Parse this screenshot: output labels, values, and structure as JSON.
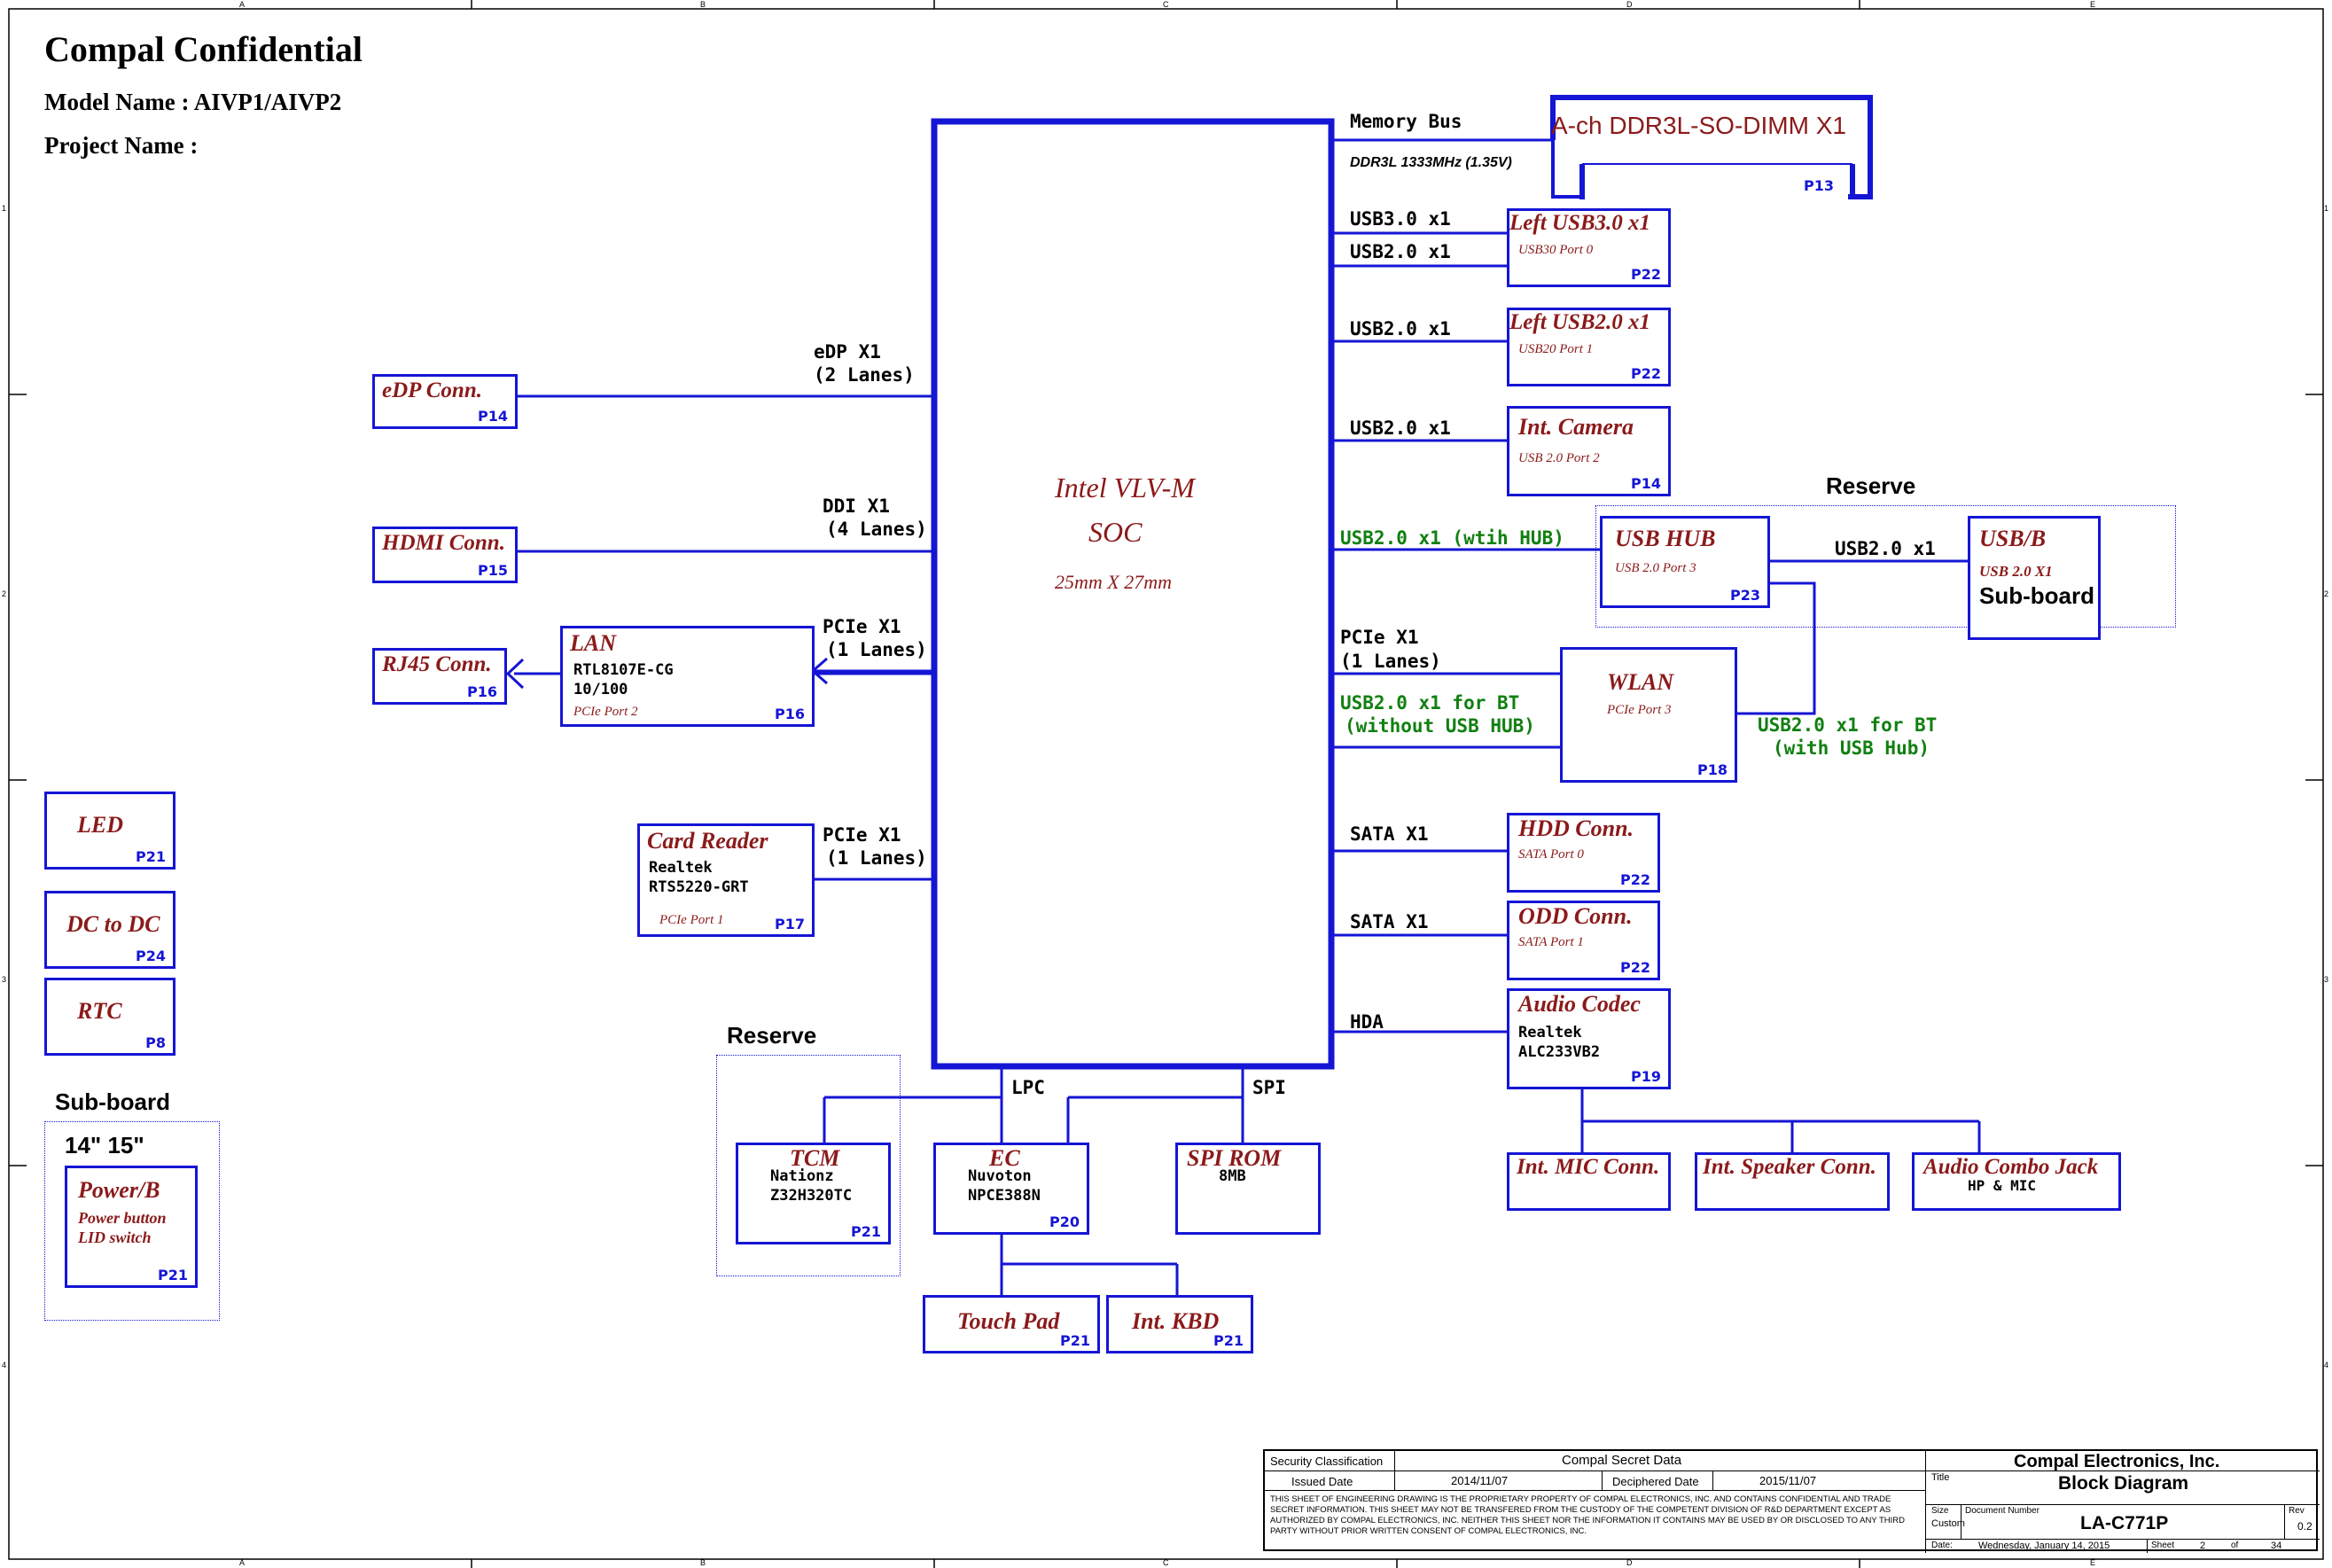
{
  "header": {
    "title": "Compal Confidential",
    "model": "Model Name : AIVP1/AIVP2",
    "project": "Project Name :"
  },
  "soc": {
    "line1": "Intel VLV-M",
    "line2": "SOC",
    "size": "25mm X 27mm"
  },
  "ddr": {
    "title": "A-ch DDR3L-SO-DIMM X1",
    "page": "P13"
  },
  "sections": {
    "reserve_left": "Reserve",
    "reserve_right": "Reserve",
    "subboard": "Sub-board",
    "sizes": "14\" 15\""
  },
  "blocks": {
    "edp": {
      "title": "eDP Conn.",
      "page": "P14"
    },
    "hdmi": {
      "title": "HDMI Conn.",
      "page": "P15"
    },
    "rj45": {
      "title": "RJ45 Conn.",
      "page": "P16"
    },
    "lan": {
      "title": "LAN",
      "line1": "RTL8107E-CG",
      "line2": "10/100",
      "sub": "PCIe Port 2",
      "page": "P16"
    },
    "card": {
      "title": "Card Reader",
      "line1": "Realtek",
      "line2": "RTS5220-GRT",
      "sub": "PCIe Port 1",
      "page": "P17"
    },
    "led": {
      "title": "LED",
      "page": "P21"
    },
    "dc": {
      "title": "DC to DC",
      "page": "P24"
    },
    "rtc": {
      "title": "RTC",
      "page": "P8"
    },
    "power": {
      "title": "Power/B",
      "sub1": "Power button",
      "sub2": "LID switch",
      "page": "P21"
    },
    "tcm": {
      "title": "TCM",
      "line1": "Nationz",
      "line2": "Z32H320TC",
      "page": "P21"
    },
    "ec": {
      "title": "EC",
      "line1": "Nuvoton",
      "line2": "NPCE388N",
      "page": "P20"
    },
    "spirom": {
      "title": "SPI ROM",
      "line1": "8MB"
    },
    "touchpad": {
      "title": "Touch Pad",
      "page": "P21"
    },
    "kbd": {
      "title": "Int. KBD",
      "page": "P21"
    },
    "lusb3": {
      "title": "Left USB3.0 x1",
      "sub": "USB30 Port 0",
      "page": "P22"
    },
    "lusb2": {
      "title": "Left USB2.0 x1",
      "sub": "USB20 Port 1",
      "page": "P22"
    },
    "camera": {
      "title": "Int. Camera",
      "sub": "USB 2.0 Port 2",
      "page": "P14"
    },
    "usbhub": {
      "title": "USB HUB",
      "sub": "USB 2.0 Port 3",
      "page": "P23"
    },
    "usbb": {
      "title": "USB/B",
      "sub": "USB 2.0 X1",
      "extra": "Sub-board"
    },
    "wlan": {
      "title": "WLAN",
      "sub": "PCIe Port 3",
      "page": "P18"
    },
    "hdd": {
      "title": "HDD Conn.",
      "sub": "SATA Port 0",
      "page": "P22"
    },
    "odd": {
      "title": "ODD Conn.",
      "sub": "SATA Port 1",
      "page": "P22"
    },
    "audio": {
      "title": "Audio Codec",
      "line1": "Realtek",
      "line2": "ALC233VB2",
      "page": "P19"
    },
    "mic": {
      "title": "Int. MIC Conn."
    },
    "speaker": {
      "title": "Int. Speaker Conn."
    },
    "combo": {
      "title": "Audio Combo Jack",
      "line1": "HP & MIC"
    }
  },
  "labels": {
    "memory_bus": "Memory Bus",
    "ddr_speed": "DDR3L 1333MHz (1.35V)",
    "usb30": "USB3.0 x1",
    "usb20a": "USB2.0 x1",
    "usb20b": "USB2.0 x1",
    "usb20c": "USB2.0 x1",
    "usb20_hub": "USB2.0 x1 (wtih HUB)",
    "usb20_usbb": "USB2.0 x1",
    "pcie_wlan1": "PCIe X1",
    "pcie_wlan2": "(1 Lanes)",
    "bt1": "USB2.0 x1 for BT",
    "bt2": "(without USB HUB)",
    "bt_hub1": "USB2.0 x1 for BT",
    "bt_hub2": "(with USB Hub)",
    "sata1": "SATA X1",
    "sata2": "SATA X1",
    "hda": "HDA",
    "edp1": "eDP X1",
    "edp2": "(2 Lanes)",
    "ddi1": "DDI X1",
    "ddi2": "(4 Lanes)",
    "pcie_lan1": "PCIe X1",
    "pcie_lan2": "(1 Lanes)",
    "pcie_card1": "PCIe X1",
    "pcie_card2": "(1 Lanes)",
    "lpc": "LPC",
    "spi": "SPI"
  },
  "title_block": {
    "security_label": "Security Classification",
    "secret": "Compal Secret Data",
    "issued_label": "Issued Date",
    "issued": "2014/11/07",
    "deciphered_label": "Deciphered Date",
    "deciphered": "2015/11/07",
    "company": "Compal Electronics, Inc.",
    "title_label": "Title",
    "title": "Block Diagram",
    "size_label": "Size",
    "size": "Custom",
    "docnum_label": "Document Number",
    "docnum": "LA-C771P",
    "rev_label": "Rev",
    "rev": "0.2",
    "date_label": "Date:",
    "date": "Wednesday, January 14, 2015",
    "sheet_label": "Sheet",
    "sheet": "2",
    "of_label": "of",
    "total": "34",
    "notice": "THIS SHEET OF ENGINEERING DRAWING IS THE PROPRIETARY PROPERTY OF COMPAL ELECTRONICS, INC. AND CONTAINS CONFIDENTIAL AND TRADE SECRET INFORMATION. THIS SHEET MAY NOT BE TRANSFERED FROM THE CUSTODY OF THE COMPETENT DIVISION OF R&D DEPARTMENT EXCEPT AS AUTHORIZED BY COMPAL ELECTRONICS, INC. NEITHER THIS SHEET NOR THE INFORMATION IT CONTAINS MAY BE USED BY OR DISCLOSED TO ANY THIRD PARTY WITHOUT PRIOR WRITTEN CONSENT OF COMPAL ELECTRONICS, INC."
  },
  "border": {
    "cols": [
      "A",
      "B",
      "C",
      "D",
      "E"
    ],
    "rows": [
      "1",
      "2",
      "3",
      "4"
    ]
  }
}
